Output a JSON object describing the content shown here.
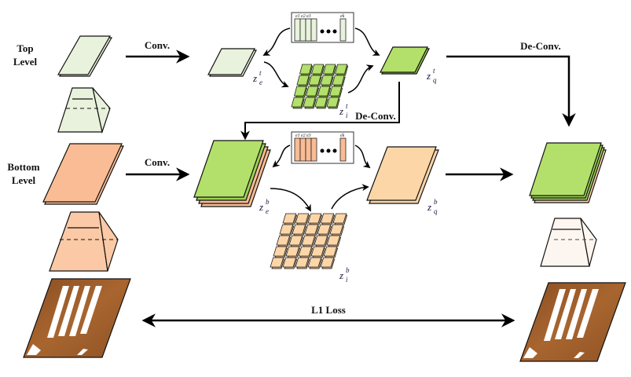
{
  "colors": {
    "top_light": "#e8f2dc",
    "top_green": "#b3e06a",
    "bottom_peach": "#f9bc94",
    "bottom_light_peach": "#fdd6a8",
    "output_cube": "#fdf6f0",
    "wood": "#9a5a2a",
    "arrow": "#000000"
  },
  "levels": {
    "top": "Top\nLevel",
    "top_line1": "Top",
    "top_line2": "Level",
    "bottom_line1": "Bottom",
    "bottom_line2": "Level"
  },
  "arrows": {
    "top_conv": "Conv.",
    "bottom_conv": "Conv.",
    "top_deconv_right": "De-Conv.",
    "top_deconv_down": "De-Conv.",
    "loss": "L1 Loss"
  },
  "variables": {
    "ze_top": {
      "base": "z",
      "sup": "t",
      "sub": "e"
    },
    "zi_top": {
      "base": "z",
      "sup": "t",
      "sub": "i"
    },
    "zq_top": {
      "base": "z",
      "sup": "t",
      "sub": "q"
    },
    "ze_bottom": {
      "base": "z",
      "sup": "b",
      "sub": "e"
    },
    "zi_bottom": {
      "base": "z",
      "sup": "b",
      "sub": "i"
    },
    "zq_bottom": {
      "base": "z",
      "sup": "b",
      "sub": "q"
    }
  },
  "codebook": {
    "top": {
      "labels": [
        "e1",
        "e2",
        "e3",
        "ek"
      ],
      "ellipsis": "•••"
    },
    "bottom": {
      "labels": [
        "e1",
        "e2",
        "e3",
        "ek"
      ],
      "ellipsis": "•••"
    }
  }
}
